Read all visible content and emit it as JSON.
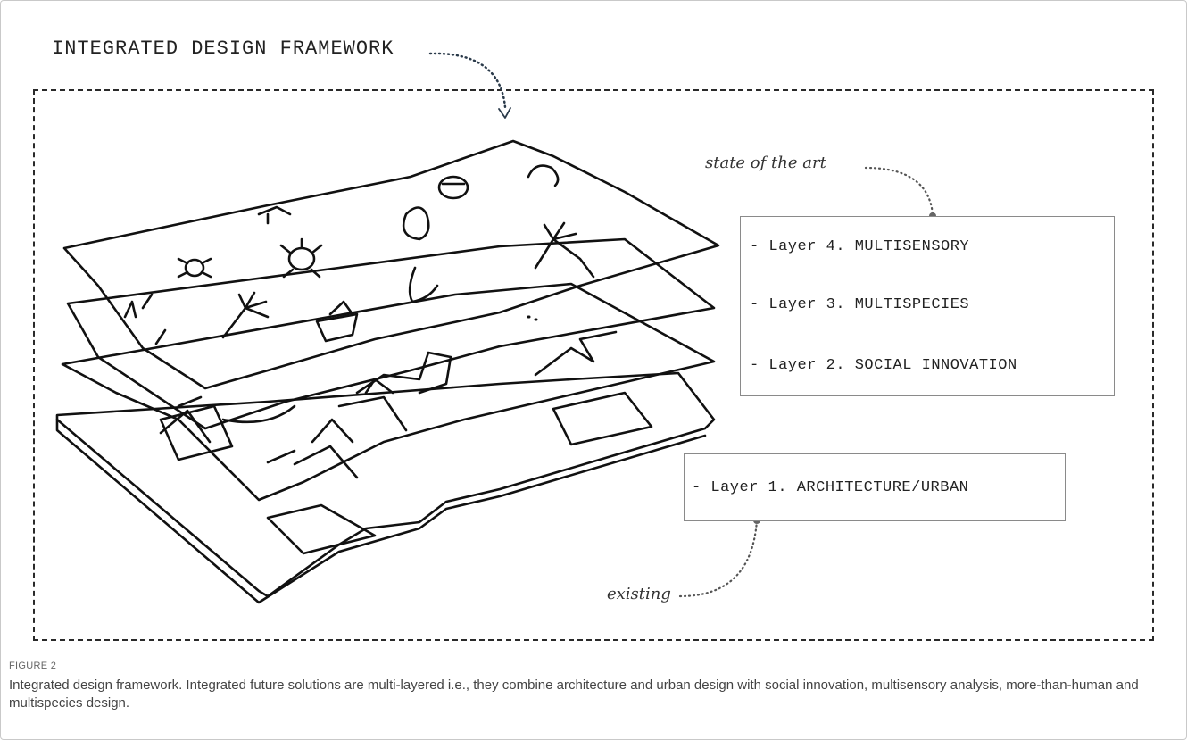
{
  "diagram": {
    "title": "INTEGRATED DESIGN FRAMEWORK",
    "state_note": "state of the art",
    "existing_note": "existing",
    "upper_layers": [
      "- Layer 4. MULTISENSORY",
      "- Layer 3. MULTISPECIES",
      "- Layer 2. SOCIAL INNOVATION"
    ],
    "base_layer": "- Layer 1. ARCHITECTURE/URBAN"
  },
  "figure": {
    "label": "FIGURE 2",
    "caption": "Integrated design framework. Integrated future solutions are multi-layered i.e., they combine architecture and urban design with social innovation, multisensory analysis, more-than-human and multispecies design."
  }
}
